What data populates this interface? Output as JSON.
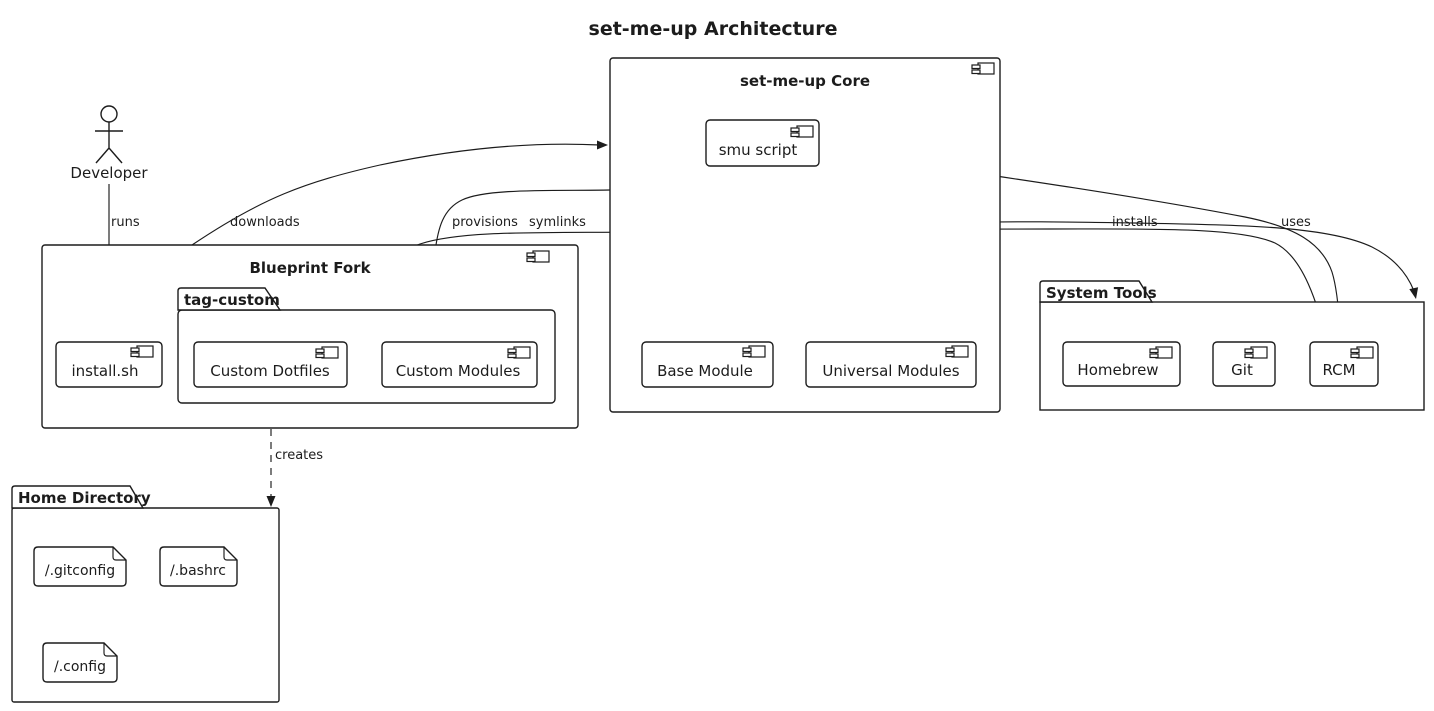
{
  "title": "set-me-up Architecture",
  "colors": {
    "line": "#1c1c1c",
    "background": "#ffffff",
    "node_fill": "#ffffff"
  },
  "actor": {
    "label": "Developer"
  },
  "containers": {
    "core": {
      "label": "set-me-up Core",
      "kind": "component-box"
    },
    "blueprint_fork": {
      "label": "Blueprint Fork",
      "kind": "component-box"
    },
    "tag_custom": {
      "label": "tag-custom",
      "kind": "package"
    },
    "system_tools": {
      "label": "System Tools",
      "kind": "folder"
    },
    "home_directory": {
      "label": "Home Directory",
      "kind": "folder"
    }
  },
  "components": {
    "smu_script": {
      "label": "smu script"
    },
    "base_module": {
      "label": "Base Module"
    },
    "universal_modules": {
      "label": "Universal Modules"
    },
    "install_sh": {
      "label": "install.sh"
    },
    "custom_dotfiles": {
      "label": "Custom Dotfiles"
    },
    "custom_modules": {
      "label": "Custom Modules"
    },
    "homebrew": {
      "label": "Homebrew"
    },
    "git": {
      "label": "Git"
    },
    "rcm": {
      "label": "RCM"
    }
  },
  "files": {
    "gitconfig": {
      "label": "/.gitconfig"
    },
    "bashrc": {
      "label": "/.bashrc"
    },
    "config": {
      "label": "/.config"
    }
  },
  "edges": {
    "runs": {
      "label": "runs",
      "from": "Developer",
      "to": "install.sh",
      "style": "solid"
    },
    "downloads": {
      "label": "downloads",
      "from": "install.sh",
      "to": "set-me-up Core",
      "style": "solid"
    },
    "provisions_custom": {
      "label": "provisions",
      "from": "smu script",
      "to": "Custom Modules",
      "style": "solid"
    },
    "symlinks": {
      "label": "symlinks",
      "from": "RCM",
      "to": "Custom Dotfiles",
      "style": "solid"
    },
    "provisions_base": {
      "label": "provisions",
      "from": "smu script",
      "to": "Base Module",
      "style": "solid"
    },
    "provisions_universal": {
      "label": "provisions",
      "from": "smu script",
      "to": "Universal Modules",
      "style": "solid"
    },
    "installs": {
      "label": "installs",
      "from": "Base Module",
      "to": "System Tools",
      "style": "solid"
    },
    "uses": {
      "label": "uses",
      "from": "smu script",
      "to": "RCM",
      "style": "solid"
    },
    "creates": {
      "label": "creates",
      "from": "Custom Dotfiles",
      "to": "Home Directory",
      "style": "dashed"
    }
  }
}
